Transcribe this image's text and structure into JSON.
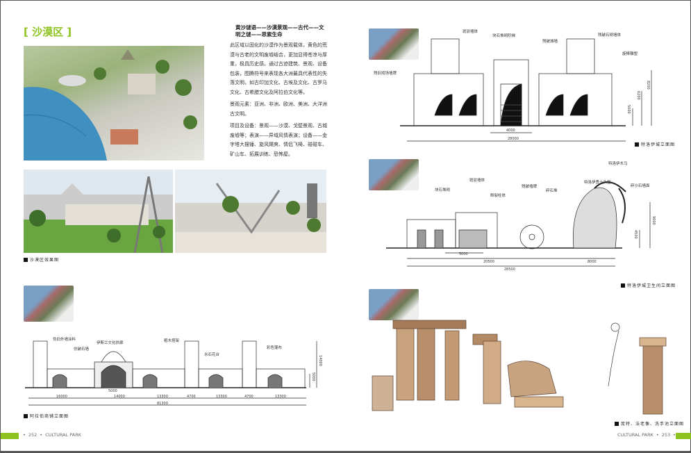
{
  "left_page": {
    "title": "[ 沙漠区 ]",
    "intro_head": "黄沙谜语——沙漠景观——古代——文明之谜——思索生命",
    "paragraphs": [
      "此区域以固化的沙漠作为景观载体，黄色的荒漠与古老的文明废墟结合，更加显得苍凉与厚重，极具历史感。通过古迹建筑、景观、设备包装，图腾符号来表现各大洲最具代表性的失落文明，如古印加文化、古埃及文化、古罗马文化、古希腊文化及阿拉伯文化等。",
      "景观元素：亚洲、非洲、欧洲、美洲、大洋洲古文明。",
      "项目及设备：景观——沙漠、戈壁景观、古城废墟等；表演——异域风情表演；设备——金字塔大摆锤、旋风飓爽、情侣飞椅、碰碰车、矿山车、拓展训练、恐怖屋。"
    ],
    "caption_render": "沙漠区效果图",
    "caption_arab": "阿拉伯商铺立面图",
    "arab_labels": [
      "伪旧外墙涂料",
      "仿破石墙",
      "伊斯兰文化拱廊",
      "粗木搭架",
      "水石花台",
      "彩色篷布"
    ],
    "arab_dims": [
      "5000",
      "16000",
      "14000",
      "13300",
      "4700",
      "13300",
      "4700",
      "13300",
      "81300",
      "5000",
      "14000"
    ],
    "page_number": "252",
    "footer": "CULTURAL PARK"
  },
  "right_page": {
    "caption_troy": "特洛伊城立面图",
    "troy_labels": [
      "斑驳墙体",
      "块石堆砌阶梯",
      "残破城墙",
      "残破石砌墙体",
      "旋棒雕塑",
      "残旧戏场墙牌"
    ],
    "troy_dims": [
      "4000",
      "28000",
      "5000",
      "6200",
      "8200"
    ],
    "caption_wc": "特洛伊城卫生间立面图",
    "wc_labels": [
      "块石堆砌",
      "斑驳墙体",
      "断裂柱体",
      "残破墙牌",
      "碎石堆",
      "特洛伊勇士头盔",
      "特洛伊木马",
      "碎沙石墙面"
    ],
    "wc_dims": [
      "5000",
      "20500",
      "8000",
      "28500",
      "4500",
      "9000"
    ],
    "caption_sketch": "庞特、法老像、洗手池立面图",
    "page_number": "253",
    "footer": "CULTURAL PARK"
  },
  "colors": {
    "accent": "#8dc21f"
  }
}
